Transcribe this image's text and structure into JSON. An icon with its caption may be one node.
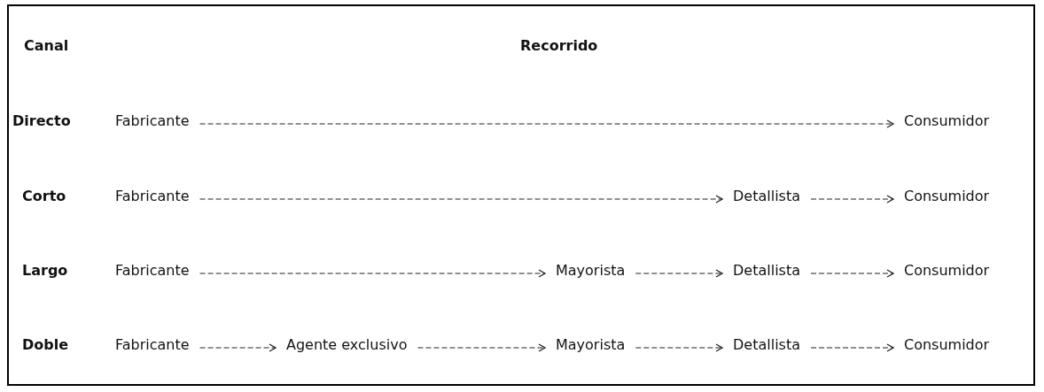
{
  "diagram": {
    "nodes": [
      {
        "text": [
          "Fabricante"
        ]
      },
      {
        "text": [
          "Consumidor"
        ]
      },
      {
        "text": [
          "Fabricante"
        ]
      },
      {
        "text": [
          "Detallista"
        ]
      },
      {
        "text": [
          "Consumidor"
        ]
      },
      {
        "text": [
          "Fabricante"
        ]
      },
      {
        "text": [
          "Mayorista"
        ]
      },
      {
        "text": [
          "Detallista"
        ]
      },
      {
        "text": [
          "Consumidor"
        ]
      },
      {
        "text": [
          "Fabricante"
        ]
      },
      {
        "text": [
          "Agente exclusivo"
        ]
      },
      {
        "text": [
          "Mayorista"
        ]
      },
      {
        "text": [
          "Detallista"
        ]
      },
      {
        "text": [
          "Consumidor"
        ]
      }
    ],
    "edges": [
      {
        "from": 0,
        "to": 1,
        "arrow": "to",
        "style": "dashed"
      },
      {
        "from": 2,
        "to": 3,
        "arrow": "to",
        "style": "dashed"
      },
      {
        "from": 3,
        "to": 4,
        "arrow": "to",
        "style": "dashed"
      },
      {
        "from": 5,
        "to": 6,
        "arrow": "to",
        "style": "dashed"
      },
      {
        "from": 6,
        "to": 7,
        "arrow": "to",
        "style": "dashed"
      },
      {
        "from": 7,
        "to": 8,
        "arrow": "to",
        "style": "dashed"
      },
      {
        "from": 9,
        "to": 10,
        "arrow": "to",
        "style": "dashed"
      },
      {
        "from": 10,
        "to": 11,
        "arrow": "to",
        "style": "dashed"
      },
      {
        "from": 11,
        "to": 12,
        "arrow": "to",
        "style": "dashed"
      },
      {
        "from": 12,
        "to": 13,
        "arrow": "to",
        "style": "dashed"
      }
    ],
    "labels": [
      "Canal",
      "Recorrido",
      "Directo",
      "Corto",
      "Largo",
      "Doble"
    ]
  }
}
